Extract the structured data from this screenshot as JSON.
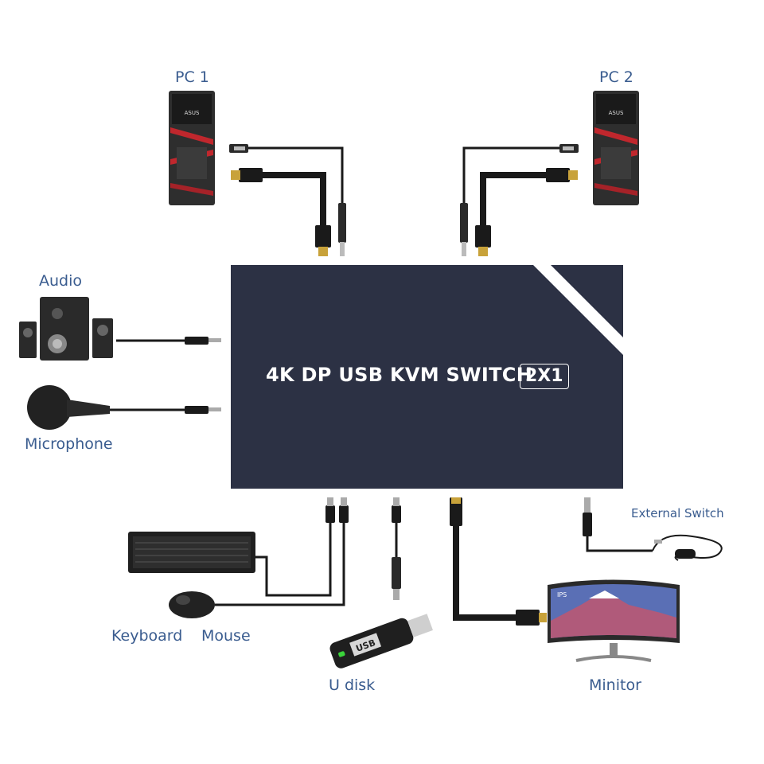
{
  "devices": {
    "pc1": "PC 1",
    "pc2": "PC 2",
    "audio": "Audio",
    "microphone": "Microphone",
    "keyboard": "Keyboard",
    "mouse": "Mouse",
    "udisk": "U disk",
    "monitor": "Minitor",
    "external_switch": "External Switch"
  },
  "switch_box": {
    "title": "4K DP USB KVM SWITCH",
    "badge": "2X1"
  },
  "pictograms": {
    "pc_brand": "ASUS",
    "usb_stick_label": "USB",
    "monitor_badge": "IPS"
  },
  "colors": {
    "label": "#3a5c8f",
    "box": "#2c3144",
    "cable": "#1a1a1a",
    "pc_accent": "#c0272d"
  }
}
